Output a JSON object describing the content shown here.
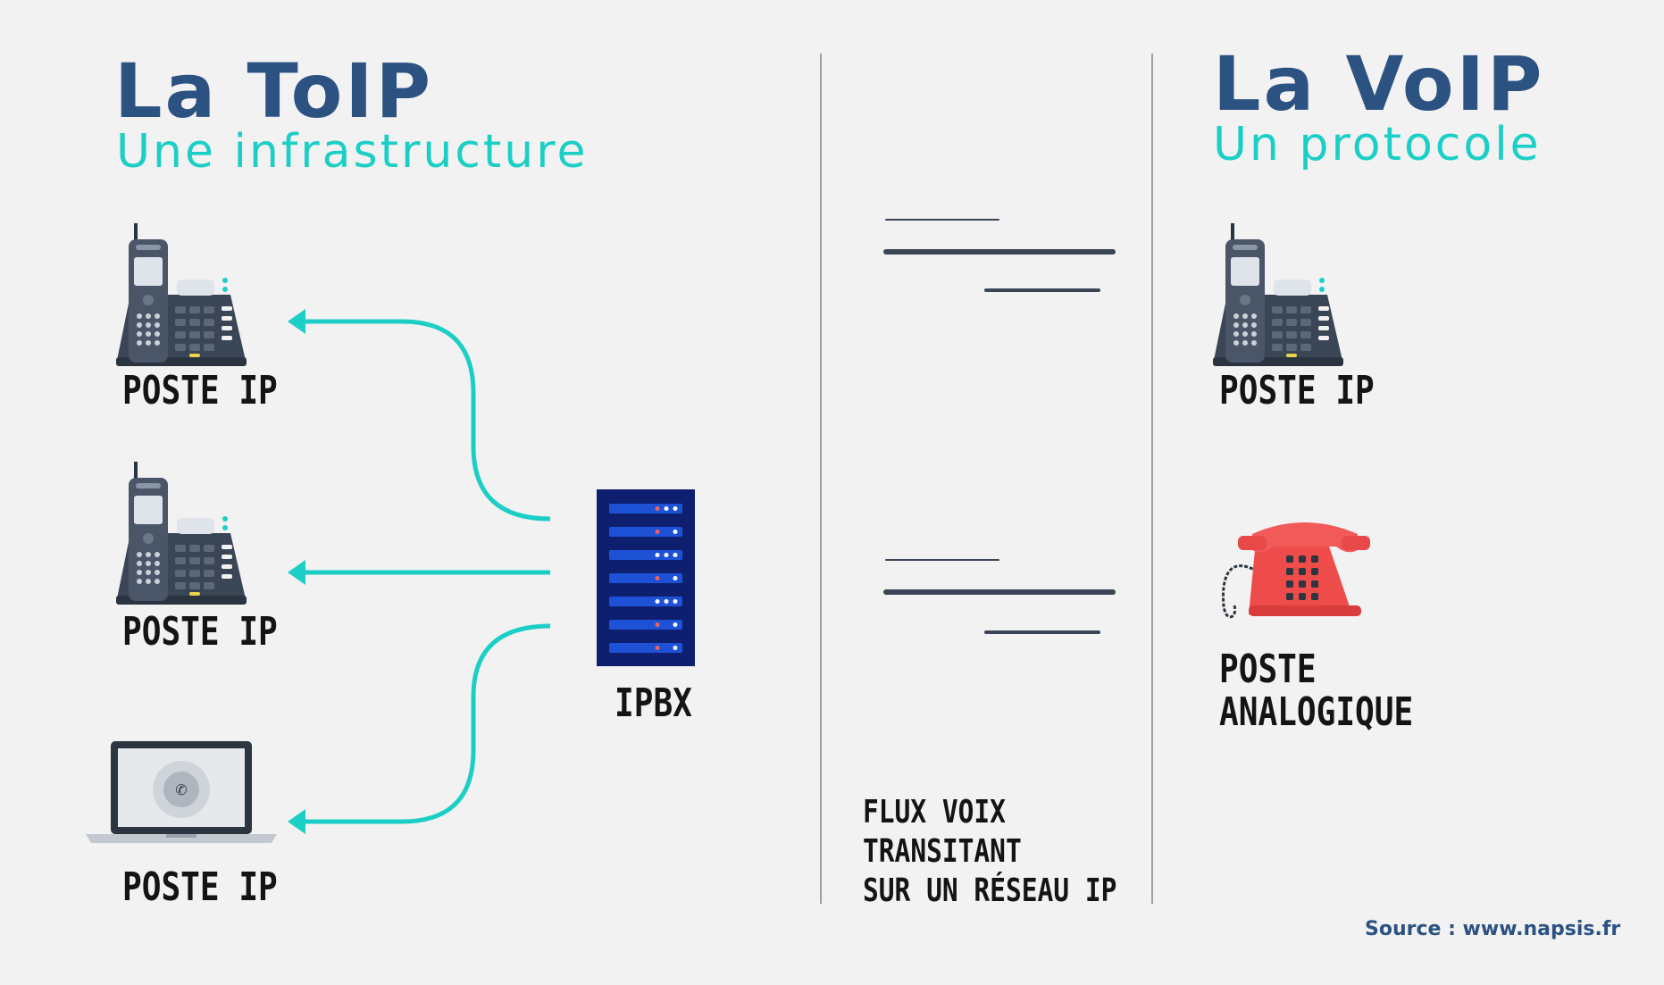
{
  "toip": {
    "title": "La ToIP",
    "subtitle": "Une infrastructure",
    "devices": [
      {
        "label": "POSTE IP",
        "icon": "desk-ip-phone-icon"
      },
      {
        "label": "POSTE IP",
        "icon": "desk-ip-phone-icon"
      },
      {
        "label": "POSTE IP",
        "icon": "laptop-softphone-icon"
      }
    ],
    "server": {
      "label": "IPBX",
      "icon": "server-rack-icon"
    }
  },
  "flux": {
    "lines": [
      "FLUX VOIX",
      "TRANSITANT",
      "SUR UN RÉSEAU IP"
    ]
  },
  "voip": {
    "title": "La VoIP",
    "subtitle": "Un protocole",
    "devices": [
      {
        "label": "POSTE IP",
        "icon": "desk-ip-phone-icon"
      },
      {
        "label_lines": [
          "POSTE",
          "ANALOGIQUE"
        ],
        "icon": "analog-phone-icon"
      }
    ]
  },
  "source": "Source : www.napsis.fr",
  "colors": {
    "title": "#2c5282",
    "accent": "#1ccfc6",
    "phone_body": "#3a4656",
    "analog_phone": "#ee4b4b",
    "server": "#0d1f6e",
    "background": "#f2f2f2"
  }
}
